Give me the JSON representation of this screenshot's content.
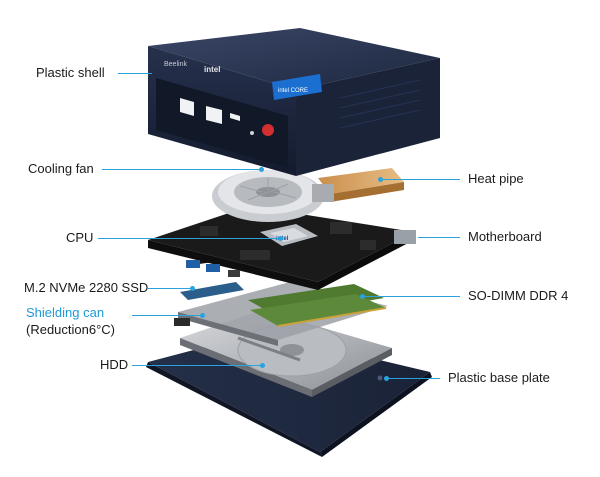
{
  "labels": {
    "plastic_shell": "Plastic shell",
    "cooling_fan": "Cooling fan",
    "heat_pipe": "Heat pipe",
    "cpu": "CPU",
    "motherboard": "Motherboard",
    "ssd": "M.2 NVMe 2280 SSD",
    "so_dimm": "SO-DIMM DDR 4",
    "shielding_can": "Shielding can",
    "reduction": "(Reduction6°C)",
    "hdd": "HDD",
    "base_plate": "Plastic base plate"
  },
  "branding": {
    "brand": "Beelink",
    "intel": "intel",
    "sticker": "intel CORE",
    "cpu_chip": "intel"
  },
  "colors": {
    "accent": "#1e9ad6",
    "shell": "#1f2a44",
    "board": "#1a1a1a",
    "ram": "#5c8a3a",
    "copper": "#d7a160"
  }
}
